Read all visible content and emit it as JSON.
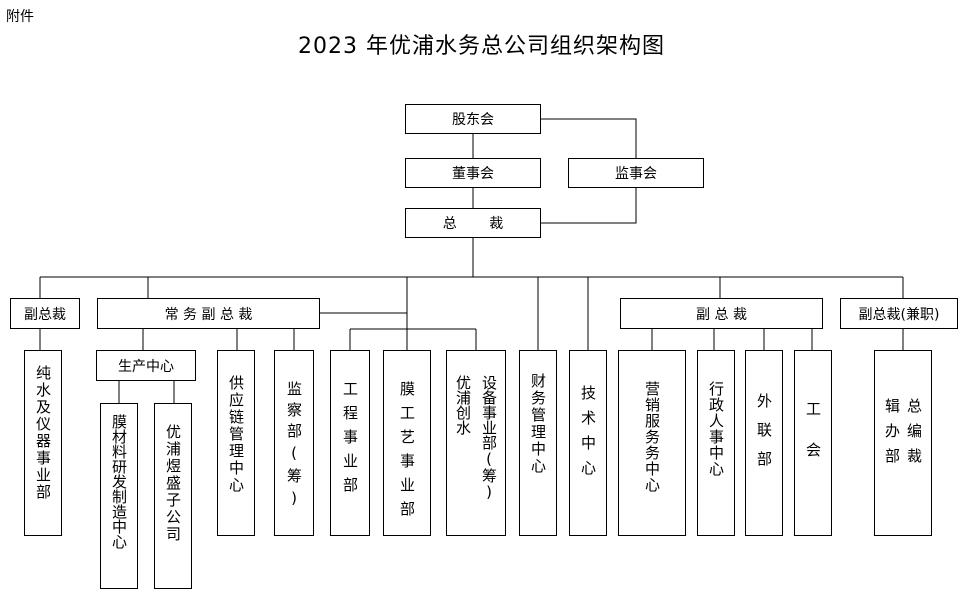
{
  "header": {
    "attachment": "附件"
  },
  "title": "2023 年优浦水务总公司组织架构图",
  "org": {
    "shareholders": "股东会",
    "board": "董事会",
    "supervisors": "监事会",
    "president": "总 裁",
    "vp_left": "副总裁",
    "executive_vp": "常 务 副 总 裁",
    "vp_right": "副 总 裁",
    "vp_concurrent": "副总裁(兼职)",
    "pure_water_dept": "纯水及仪器事业部",
    "production_center": "生产中心",
    "membrane_rd_center": "膜材料研发制造中心",
    "yp_company": "优浦煜盛子公司",
    "supply_chain_center": "供应链管理中心",
    "audit_dept": "监察部(筹)",
    "engineering_dept": "工程事业部",
    "membrane_process_dept": "膜工艺事业部",
    "equipment_dept": "设备事业部(筹)",
    "yp_innovation_water": "优浦创水",
    "finance_center": "财务管理中心",
    "technology_center": "技术中心",
    "marketing_center": "营销服务务中心",
    "admin_hr_center": "行政人事中心",
    "external_relations_dept": "外联部",
    "labor_union": "工会",
    "president_office": "总编裁辑办部"
  }
}
